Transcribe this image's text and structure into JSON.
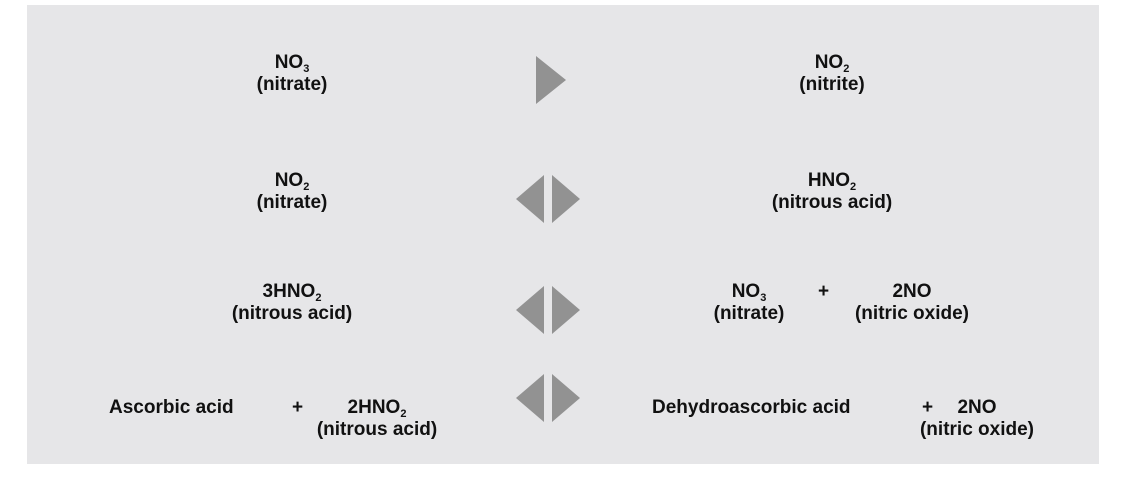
{
  "colors": {
    "panel_background": "#e6e6e8",
    "arrow": "#929292",
    "text": "#111111"
  },
  "reactions": [
    {
      "arrow": "forward-arrow-icon",
      "left": [
        {
          "formula": "NO",
          "subscript": "3",
          "name": "(nitrate)"
        }
      ],
      "right": [
        {
          "formula": "NO",
          "subscript": "2",
          "name": "(nitrite)"
        }
      ]
    },
    {
      "arrow": "equilibrium-arrow-icon",
      "left": [
        {
          "formula": "NO",
          "subscript": "2",
          "name": "(nitrate)"
        }
      ],
      "right": [
        {
          "formula": "HNO",
          "subscript": "2",
          "name": "(nitrous acid)"
        }
      ]
    },
    {
      "arrow": "equilibrium-arrow-icon",
      "left": [
        {
          "formula": "3HNO",
          "subscript": "2",
          "name": "(nitrous acid)"
        }
      ],
      "right": [
        {
          "formula": "NO",
          "subscript": "3",
          "name": "(nitrate)"
        },
        {
          "plus": "+"
        },
        {
          "formula": "2NO",
          "subscript": "",
          "name": "(nitric oxide)"
        }
      ]
    },
    {
      "arrow": "equilibrium-arrow-icon",
      "left": [
        {
          "formula": "Ascorbic acid",
          "subscript": "",
          "name": ""
        },
        {
          "plus": "+"
        },
        {
          "formula": "2HNO",
          "subscript": "2",
          "name": "(nitrous acid)"
        }
      ],
      "right": [
        {
          "formula": "Dehydroascorbic acid",
          "subscript": "",
          "name": ""
        },
        {
          "plus": "+"
        },
        {
          "formula": "2NO",
          "subscript": "",
          "name": "(nitric oxide)"
        }
      ]
    }
  ]
}
